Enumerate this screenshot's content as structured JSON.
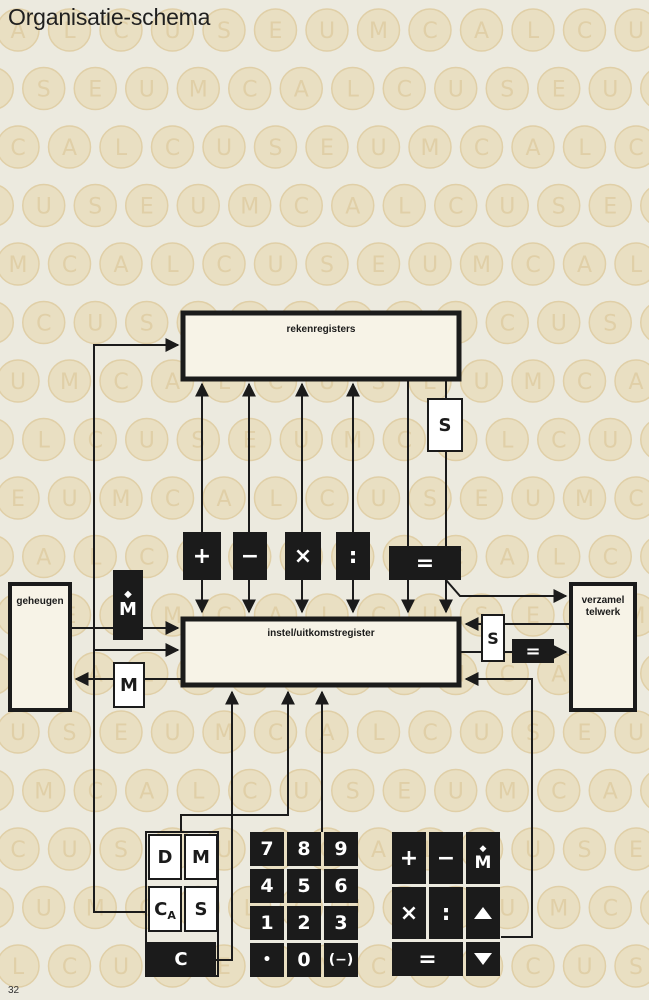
{
  "page": {
    "title": "Organisatie-schema",
    "page_number": "32",
    "watermark_letters": [
      "C",
      "A",
      "L",
      "C",
      "U",
      "S",
      "E",
      "U",
      "M"
    ]
  },
  "colors": {
    "background": "#eceadf",
    "watermark_fill": "#e9dfc2",
    "watermark_letter": "#e0cfa7",
    "ink": "#1b1b1b"
  },
  "blocks": {
    "reken": "rekenregisters",
    "instel": "instel/uitkomstregister",
    "geheugen": "geheugen",
    "verzamel_line1": "verzamel",
    "verzamel_line2": "telwerk"
  },
  "op_keys": {
    "plus": "+",
    "minus": "−",
    "times": "×",
    "divide": ":",
    "equals": "="
  },
  "memory": {
    "m_store": "M",
    "m_recall": "M",
    "store_mark": "◆"
  },
  "sum": {
    "s_upper": "S",
    "s_right": "S",
    "eq_right": "="
  },
  "func_keys": {
    "d": "D",
    "m": "M",
    "c": "C",
    "a_sub": "A",
    "s": "S",
    "clear": "C"
  },
  "numpad": [
    "7",
    "8",
    "9",
    "4",
    "5",
    "6",
    "1",
    "2",
    "3",
    "•",
    "0",
    "(−)"
  ],
  "oppad": {
    "plus": "+",
    "minus": "−",
    "m": "M",
    "m_mark": "◆",
    "times": "×",
    "divide": ":",
    "equals": "=",
    "up_icon": "triangle-up",
    "down_icon": "triangle-down"
  }
}
